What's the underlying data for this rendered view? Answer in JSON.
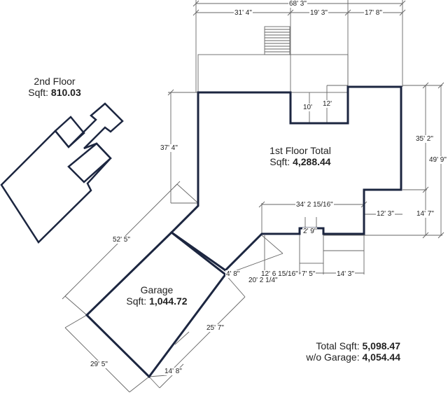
{
  "floor2": {
    "name": "2nd Floor",
    "sqft_label": "Sqft:",
    "sqft_value": "810.03"
  },
  "floor1": {
    "name": "1st Floor Total",
    "sqft_label": "Sqft:",
    "sqft_value": "4,288.44"
  },
  "garage": {
    "name": "Garage",
    "sqft_label": "Sqft:",
    "sqft_value": "1,044.72"
  },
  "totals": {
    "total_label": "Total Sqft:",
    "total_value": "5,098.47",
    "wo_label": "w/o Garage:",
    "wo_value": "4,054.44"
  },
  "dimensions": {
    "top_overall": "68' 3\"",
    "top_left": "31' 4\"",
    "top_mid": "19' 3\"",
    "top_right": "17' 8\"",
    "notch_a": "10'",
    "notch_b": "12'",
    "right_upper": "35' 2\"",
    "right_overall": "49' 9\"",
    "right_lower": "14' 7\"",
    "left_vertical": "37' 4\"",
    "inner_width": "34' 2 15/16\"",
    "inner_step": "12' 3\"",
    "porch": "2' 9\"",
    "diag_long": "52' 5\"",
    "small_a": "4' 8\"",
    "small_b": "12' 6 15/16\"",
    "small_c": "7' 5\"",
    "small_d": "14' 3\"",
    "small_e": "20' 2 1/4\"",
    "garage_side": "25' 7\"",
    "garage_bottom": "29' 5\"",
    "garage_door": "14' 8\""
  },
  "colors": {
    "wall": "#1c2640",
    "thin": "#555555",
    "text": "#222222"
  }
}
